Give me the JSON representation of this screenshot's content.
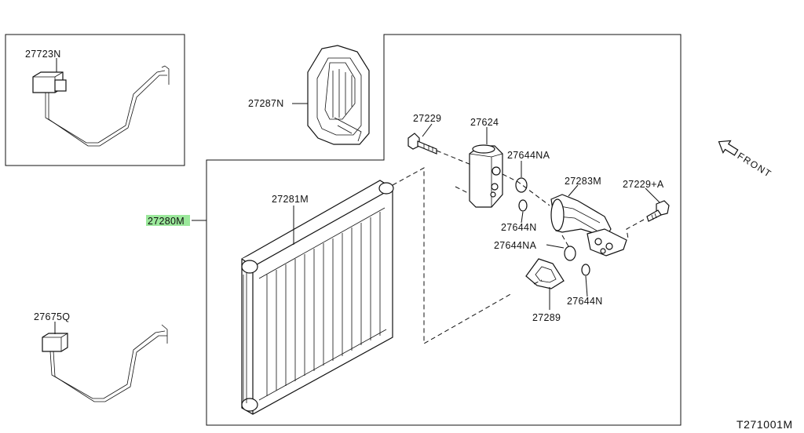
{
  "diagram": {
    "diagram_id": "T271001M",
    "front_label": "FRONT",
    "parts": [
      {
        "id": "27723N",
        "label": "27723N",
        "highlighted": false
      },
      {
        "id": "27287N",
        "label": "27287N",
        "highlighted": false
      },
      {
        "id": "27229",
        "label": "27229",
        "highlighted": false
      },
      {
        "id": "27624",
        "label": "27624",
        "highlighted": false
      },
      {
        "id": "27644NA-top",
        "label": "27644NA",
        "highlighted": false
      },
      {
        "id": "27283M",
        "label": "27283M",
        "highlighted": false
      },
      {
        "id": "27229A",
        "label": "27229+A",
        "highlighted": false
      },
      {
        "id": "27281M",
        "label": "27281M",
        "highlighted": false
      },
      {
        "id": "27280M",
        "label": "27280M",
        "highlighted": true
      },
      {
        "id": "27644N-top",
        "label": "27644N",
        "highlighted": false
      },
      {
        "id": "27644NA-bottom",
        "label": "27644NA",
        "highlighted": false
      },
      {
        "id": "27675Q",
        "label": "27675Q",
        "highlighted": false
      },
      {
        "id": "27644N-bottom",
        "label": "27644N",
        "highlighted": false
      },
      {
        "id": "27289",
        "label": "27289",
        "highlighted": false
      }
    ],
    "highlight_color": "#9be89b"
  }
}
